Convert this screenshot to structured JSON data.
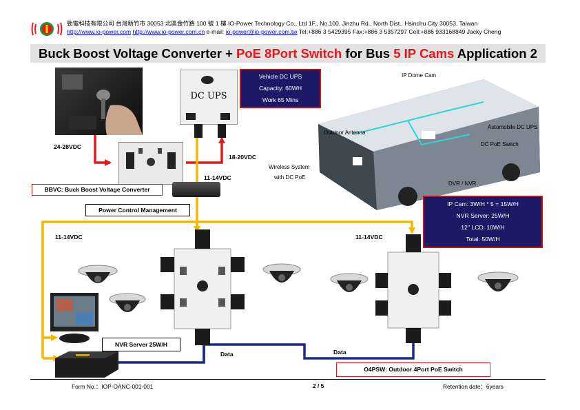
{
  "header": {
    "company_line": "勁電科技有限公司  台灣新竹市 30053 北區金竹路 100 號 1 樓 IO-Power Technology Co., Ltd   1F., No.100, Jinzhu Rd., North Dist., Hsinchu City 30053, Taiwan",
    "link1": "http://www.io-power.com",
    "link2": "http://www.io-power.com.cn",
    "email_label": "e-mail:",
    "email": "io-power@io-power.com.tw",
    "contact": "Tel:+886 3 5429395 Fax:+886 3 5357297 Cell:+886 933168849 Jacky Cheng"
  },
  "title": {
    "part1": "Buck Boost Voltage Converter + ",
    "part2": "PoE 8Port Switch",
    "part3": " for Bus ",
    "part4": "5 IP Cams",
    "part5": " Application 2"
  },
  "labels": {
    "v24_28": "24-28VDC",
    "v18_20": "18-20VDC",
    "v11_14_top": "11-14VDC",
    "v11_14_left": "11-14VDC",
    "v11_14_right": "11-14VDC",
    "dc_ups": "DC UPS",
    "bbvc": "BBVC: Buck Boost Voltage Converter",
    "pcm": "Power Control Management",
    "nvr_server": "NVR Server 25W/H",
    "data_left": "Data",
    "data_right": "Data",
    "o4psw": "O4PSW: Outdoor 4Port PoE Switch"
  },
  "ups_spec": [
    "Vehicle DC UPS",
    "Capacity: 60WH",
    "Work 65 Mins"
  ],
  "power_spec": [
    "IP Cam: 3W/H * 5 = 15W/H",
    "NVR Server: 25W/H",
    "12'' LCD: 10W/H",
    "Total: 50W/H"
  ],
  "bus_labels": {
    "dome_cam": "IP Dome Cam",
    "antenna": "Outdoor Antenna",
    "auto_ups": "Automobile DC UPS",
    "poe_switch": "DC PoE Switch",
    "wireless1": "Wireless System",
    "wireless2": "with DC PoE",
    "dvr": "DVR / NVR"
  },
  "footer": {
    "form": "Form No.：IOP-OANC-001-001",
    "page": "2 / 5",
    "retention": "Retention date：6years"
  },
  "colors": {
    "accent_red": "#e8161d",
    "navy": "#1a1a66",
    "power_line": "#f5b800",
    "data_line": "#1c2a86"
  }
}
